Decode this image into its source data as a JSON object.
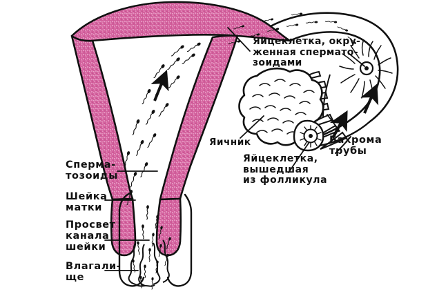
{
  "figure": {
    "title": "Oplodotvorenie - skhema",
    "background_color": "#ffffff",
    "ink_color": "#111111",
    "tissue_color": "#d4629e",
    "tissue_color_light": "#e894c0"
  },
  "labels": {
    "spermatozoa": "Сперма-\nтозоиды",
    "cervix": "Шейка\nматки",
    "cervical_canal_lumen": "Просвет\nканала\nшейки",
    "vagina": "Влагали-\nще",
    "ovum_surrounded_by_sperm": "Яйцеклетка, окру-\nженная спермато-\nзоидами",
    "ovary": "Яичник",
    "ovum_released_from_follicle": "Яйцеклетка,\nвышедшая\nиз фолликула",
    "fimbriae_of_tube": "Бахрома\nтрубы"
  },
  "structures": {
    "uterus_body": "uterus-body",
    "uterine_cavity": "uterine-cavity",
    "uterine_wall_left": "uterine-wall-left",
    "uterine_wall_right": "uterine-wall-right",
    "cervix": "cervix",
    "cervical_canal": "cervical-canal",
    "vagina": "vagina",
    "fallopian_tube": "fallopian-tube",
    "infundibulum": "infundibulum",
    "fimbriae": "fimbriae",
    "ovary": "ovary",
    "follicle": "follicle",
    "ovum_in_tube": "ovum-in-tube",
    "ovum_at_ovary": "ovum-at-ovary",
    "sperm_cells": "sperm-cell",
    "direction_arrows": "direction-arrow"
  }
}
